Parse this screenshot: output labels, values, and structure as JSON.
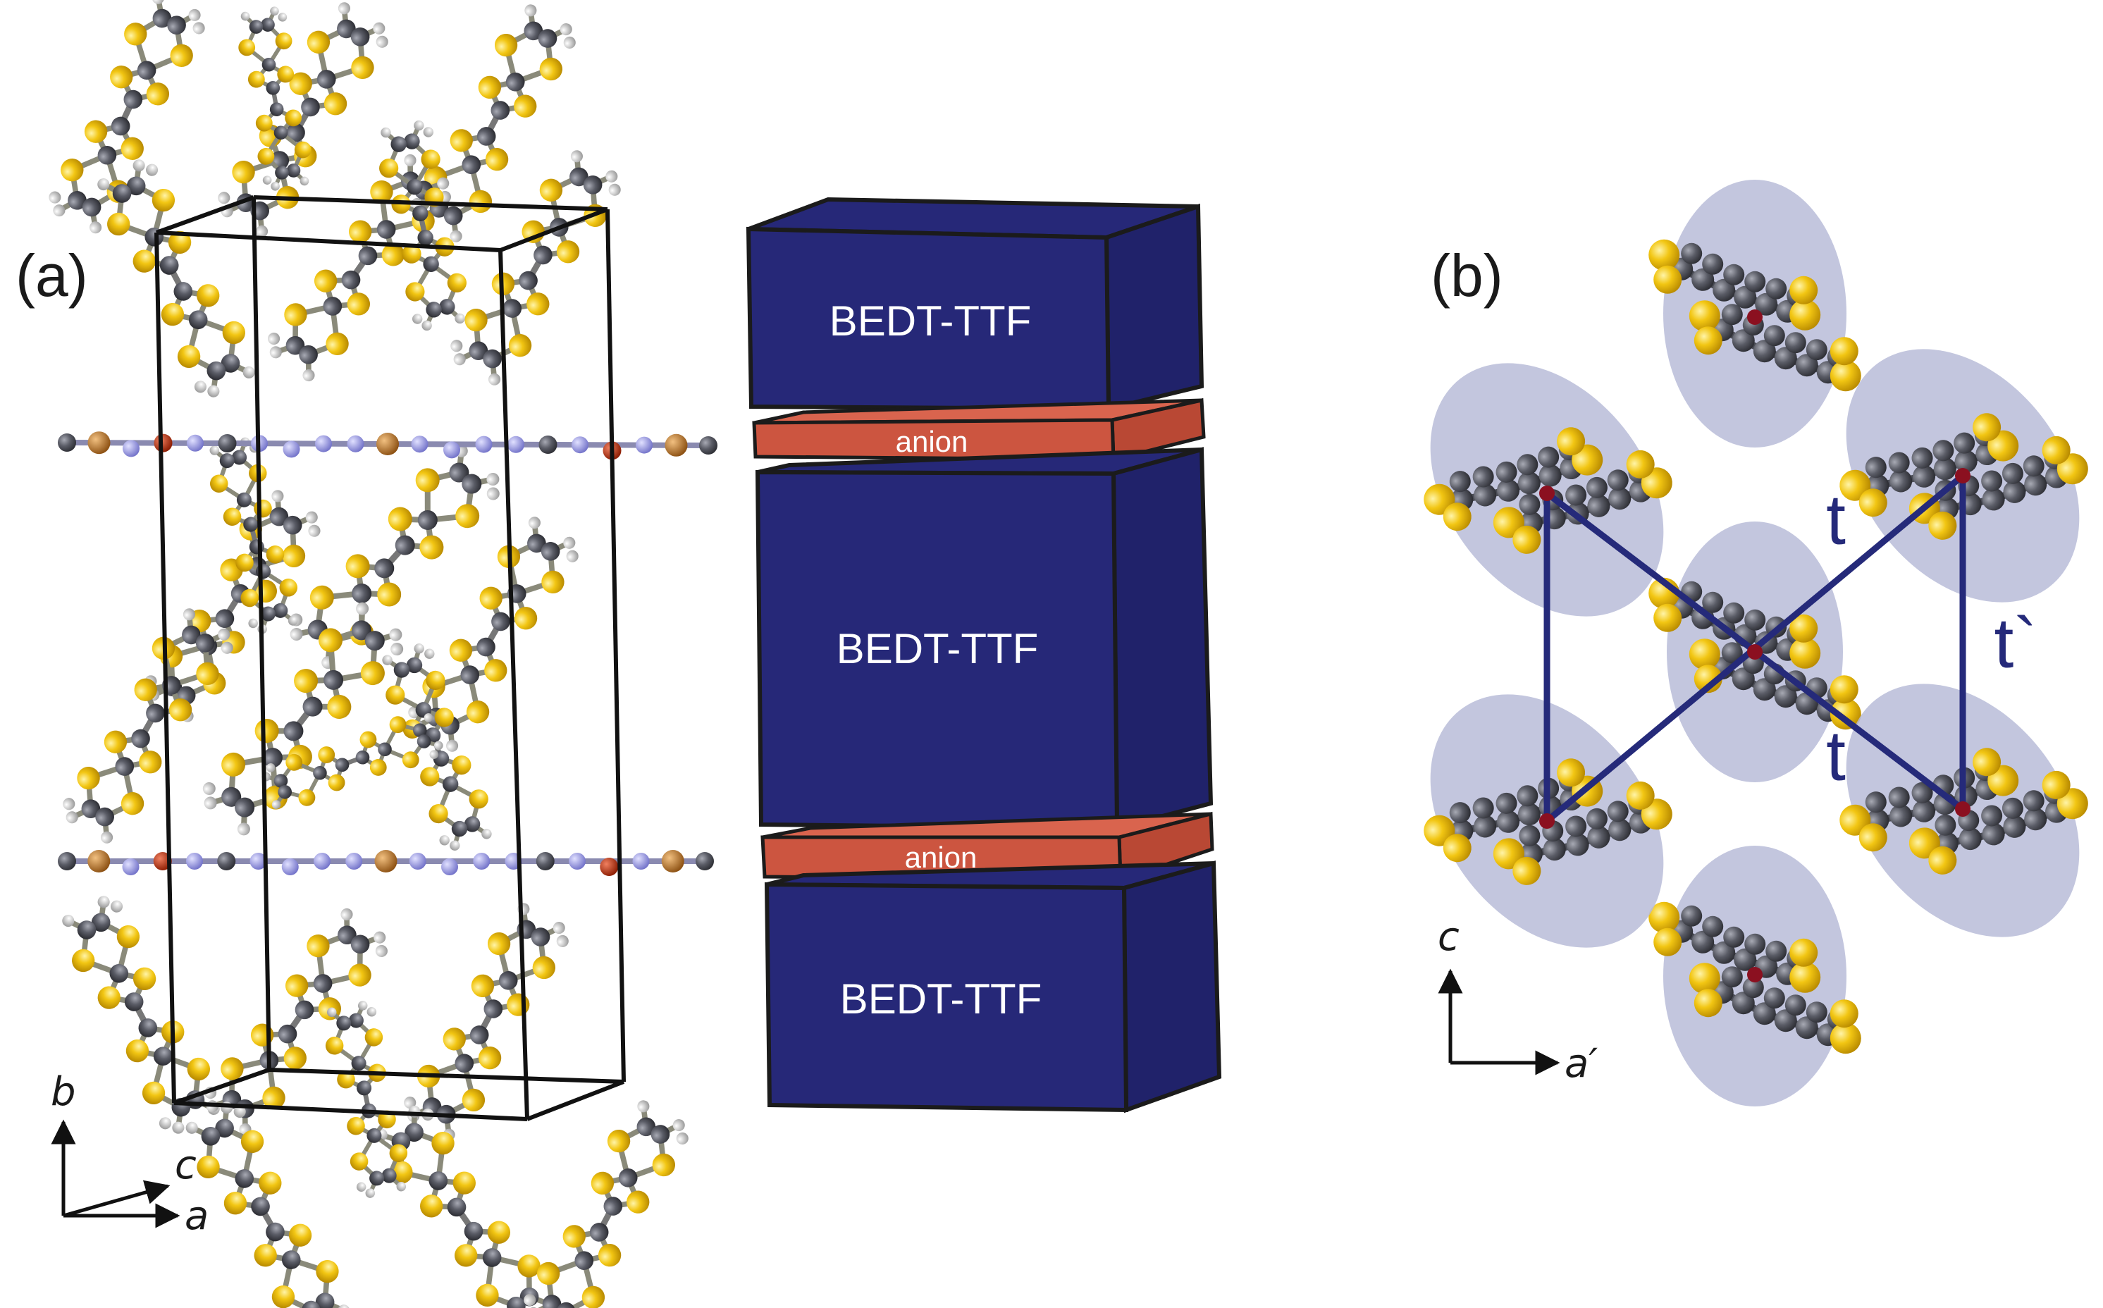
{
  "panels": {
    "a": {
      "label": "(a)",
      "axes": {
        "vertical": "b",
        "diagonal": "c",
        "horizontal": "a"
      }
    },
    "stack": {
      "layers": [
        {
          "kind": "block",
          "label": "BEDT-TTF"
        },
        {
          "kind": "anion",
          "label": "anion"
        },
        {
          "kind": "block",
          "label": "BEDT-TTF"
        },
        {
          "kind": "anion",
          "label": "anion"
        },
        {
          "kind": "block",
          "label": "BEDT-TTF"
        }
      ]
    },
    "b": {
      "label": "(b)",
      "axes": {
        "vertical": "c",
        "horizontal": "a′"
      },
      "hopping": {
        "t1": "t",
        "t2": "t",
        "t3": "t`"
      }
    }
  },
  "colors": {
    "block": "#262878",
    "anion": "#cc5540",
    "sulfur": "#f0c20e",
    "carbon": "#5a5c66",
    "hydrogen": "#c8c8c8",
    "nitrogen": "#9a9ae0",
    "copper": "#c87a28",
    "bromine": "#b03010",
    "ellipse": "#b8bcd8",
    "lattice_line": "#252a7a",
    "site_dot": "#8b1020"
  }
}
